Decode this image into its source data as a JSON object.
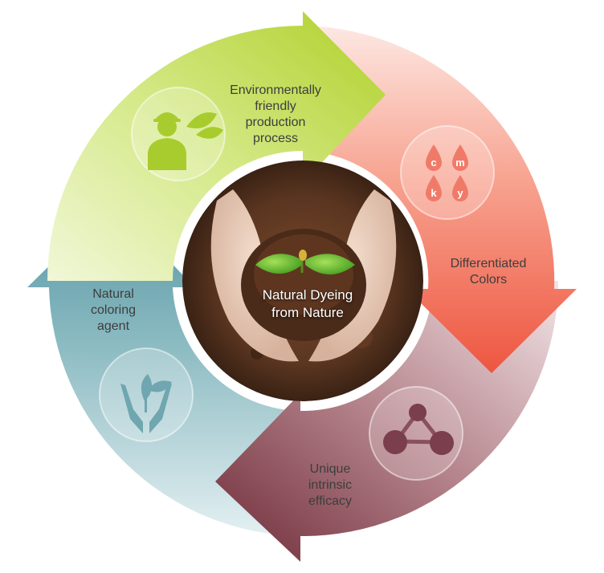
{
  "center": {
    "title_lines": [
      "Natural Dyeing",
      "from Nature"
    ]
  },
  "segments": [
    {
      "id": "environment",
      "lines": [
        "Environmentally",
        "friendly",
        "production",
        "process"
      ],
      "color": "#b5d334",
      "icon": "farmer-leaf-icon"
    },
    {
      "id": "colors",
      "lines": [
        "Differentiated",
        "Colors"
      ],
      "color": "#f0604a",
      "icon": "cmky-drops-icon"
    },
    {
      "id": "efficacy",
      "lines": [
        "Unique",
        "intrinsic",
        "efficacy"
      ],
      "color": "#7d3b48",
      "icon": "molecule-icon"
    },
    {
      "id": "coloring",
      "lines": [
        "Natural",
        "coloring",
        "agent"
      ],
      "color": "#5c9aa5",
      "icon": "hands-leaf-icon"
    }
  ],
  "cmky_letters": [
    "c",
    "m",
    "k",
    "y"
  ]
}
